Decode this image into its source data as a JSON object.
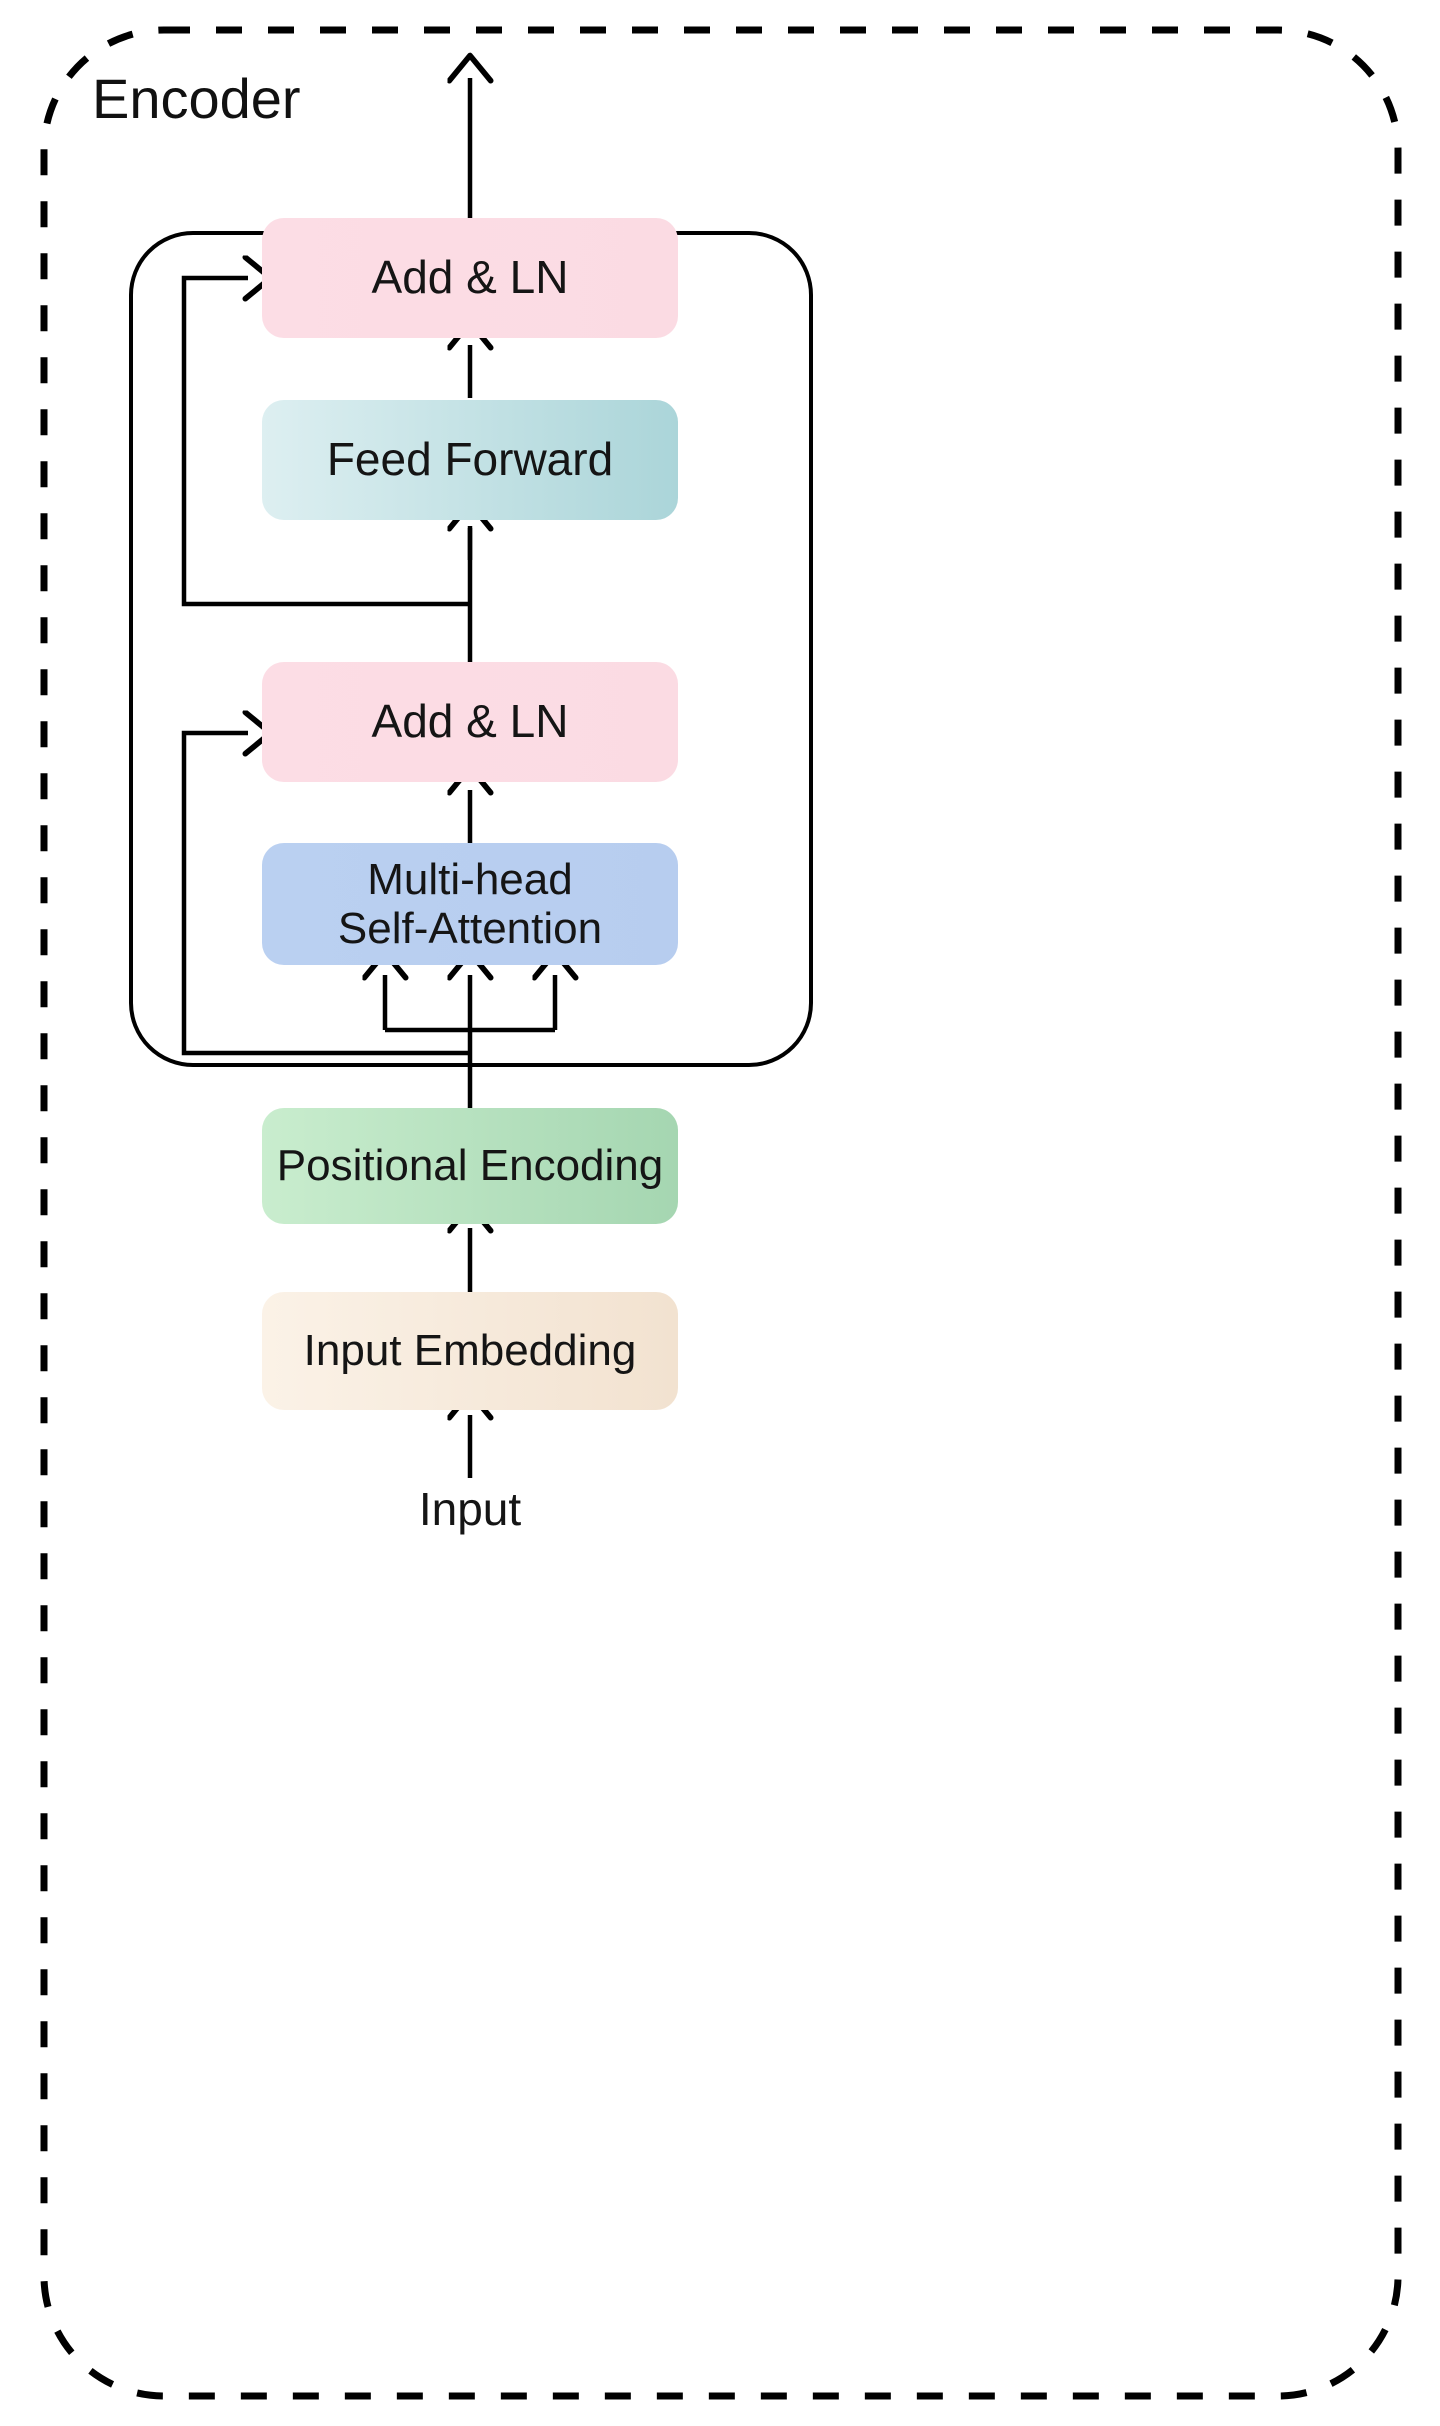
{
  "diagram": {
    "title": "Encoder",
    "outer_group": {
      "label": "Encoder",
      "border_style": "dashed",
      "border_color": "#000000"
    },
    "inner_block_label": "encoder-layer-block",
    "io": {
      "input_label": "Input",
      "output_label": ""
    },
    "blocks": [
      {
        "id": "add-ln-top",
        "label": "Add & LN",
        "fill_start": "#fbdce5",
        "fill_end": "#fbdce5",
        "text_color": "#151515"
      },
      {
        "id": "feed-forward",
        "label": "Feed Forward",
        "fill_start": "#d9eef0",
        "fill_end": "#aed6d9",
        "text_color": "#151515"
      },
      {
        "id": "add-ln-bottom",
        "label": "Add & LN",
        "fill_start": "#fbdce5",
        "fill_end": "#fbdce5",
        "text_color": "#151515"
      },
      {
        "id": "multi-head-self-attention",
        "label": "Multi-head\nSelf-Attention",
        "fill_start": "#b9cff0",
        "fill_end": "#b9cff0",
        "text_color": "#151515"
      },
      {
        "id": "positional-encoding",
        "label": "Positional Encoding",
        "fill_start": "#c8edcd",
        "fill_end": "#a7d7b2",
        "text_color": "#151515"
      },
      {
        "id": "input-embedding",
        "label": "Input Embedding",
        "fill_start": "#faf0e4",
        "fill_end": "#f3e3d2",
        "text_color": "#151515"
      }
    ],
    "connections": [
      {
        "id": "input-to-embedding",
        "type": "arrow-up"
      },
      {
        "id": "embedding-to-positional",
        "type": "arrow-up"
      },
      {
        "id": "positional-to-attention-fanout",
        "type": "arrow-up-three",
        "count": 3
      },
      {
        "id": "attention-to-addln-bottom",
        "type": "arrow-up"
      },
      {
        "id": "residual-skip-lower",
        "type": "elbow-arrow-right"
      },
      {
        "id": "addln-bottom-to-feedforward",
        "type": "arrow-up"
      },
      {
        "id": "feedforward-to-addln-top",
        "type": "arrow-up"
      },
      {
        "id": "residual-skip-upper",
        "type": "elbow-arrow-right"
      },
      {
        "id": "addln-top-to-output",
        "type": "arrow-up"
      }
    ],
    "stroke_color": "#000000"
  }
}
